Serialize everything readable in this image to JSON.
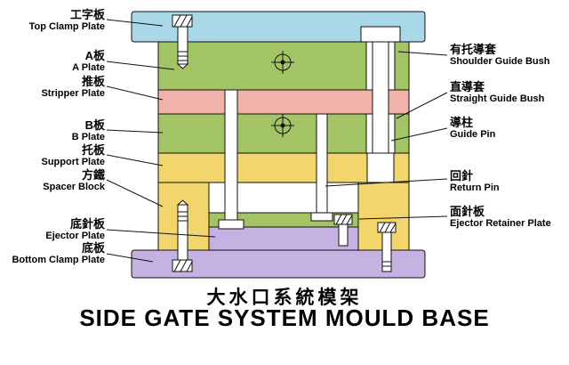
{
  "title": {
    "chinese": "大水口系統模架",
    "english": "SIDE GATE SYSTEM MOULD BASE"
  },
  "left_labels": [
    {
      "cn": "工字板",
      "en": "Top Clamp Plate"
    },
    {
      "cn": "A板",
      "en": "A Plate"
    },
    {
      "cn": "推板",
      "en": "Stripper Plate"
    },
    {
      "cn": "B板",
      "en": "B Plate"
    },
    {
      "cn": "托板",
      "en": "Support Plate"
    },
    {
      "cn": "方鐵",
      "en": "Spacer Block"
    },
    {
      "cn": "底針板",
      "en": "Ejector Plate"
    },
    {
      "cn": "底板",
      "en": "Bottom Clamp Plate"
    }
  ],
  "right_labels": [
    {
      "cn": "有托導套",
      "en": "Shoulder Guide Bush"
    },
    {
      "cn": "直導套",
      "en": "Straight Guide Bush"
    },
    {
      "cn": "導柱",
      "en": "Guide Pin"
    },
    {
      "cn": "回針",
      "en": "Return Pin"
    },
    {
      "cn": "面針板",
      "en": "Ejector Retainer Plate"
    }
  ],
  "colors": {
    "top_clamp_plate": "#a9d9e8",
    "a_plate": "#a3c465",
    "stripper_plate": "#f1b3a9",
    "b_plate": "#a3c465",
    "support_plate": "#f2d56b",
    "spacer_block": "#f2d56b",
    "ejector_retainer_plate": "#a3c465",
    "ejector_plate": "#c4b3e2",
    "bottom_clamp_plate": "#c4b3e2",
    "component": "#ffffff",
    "outline": "#111111",
    "background": "#ffffff",
    "text": "#000000"
  }
}
